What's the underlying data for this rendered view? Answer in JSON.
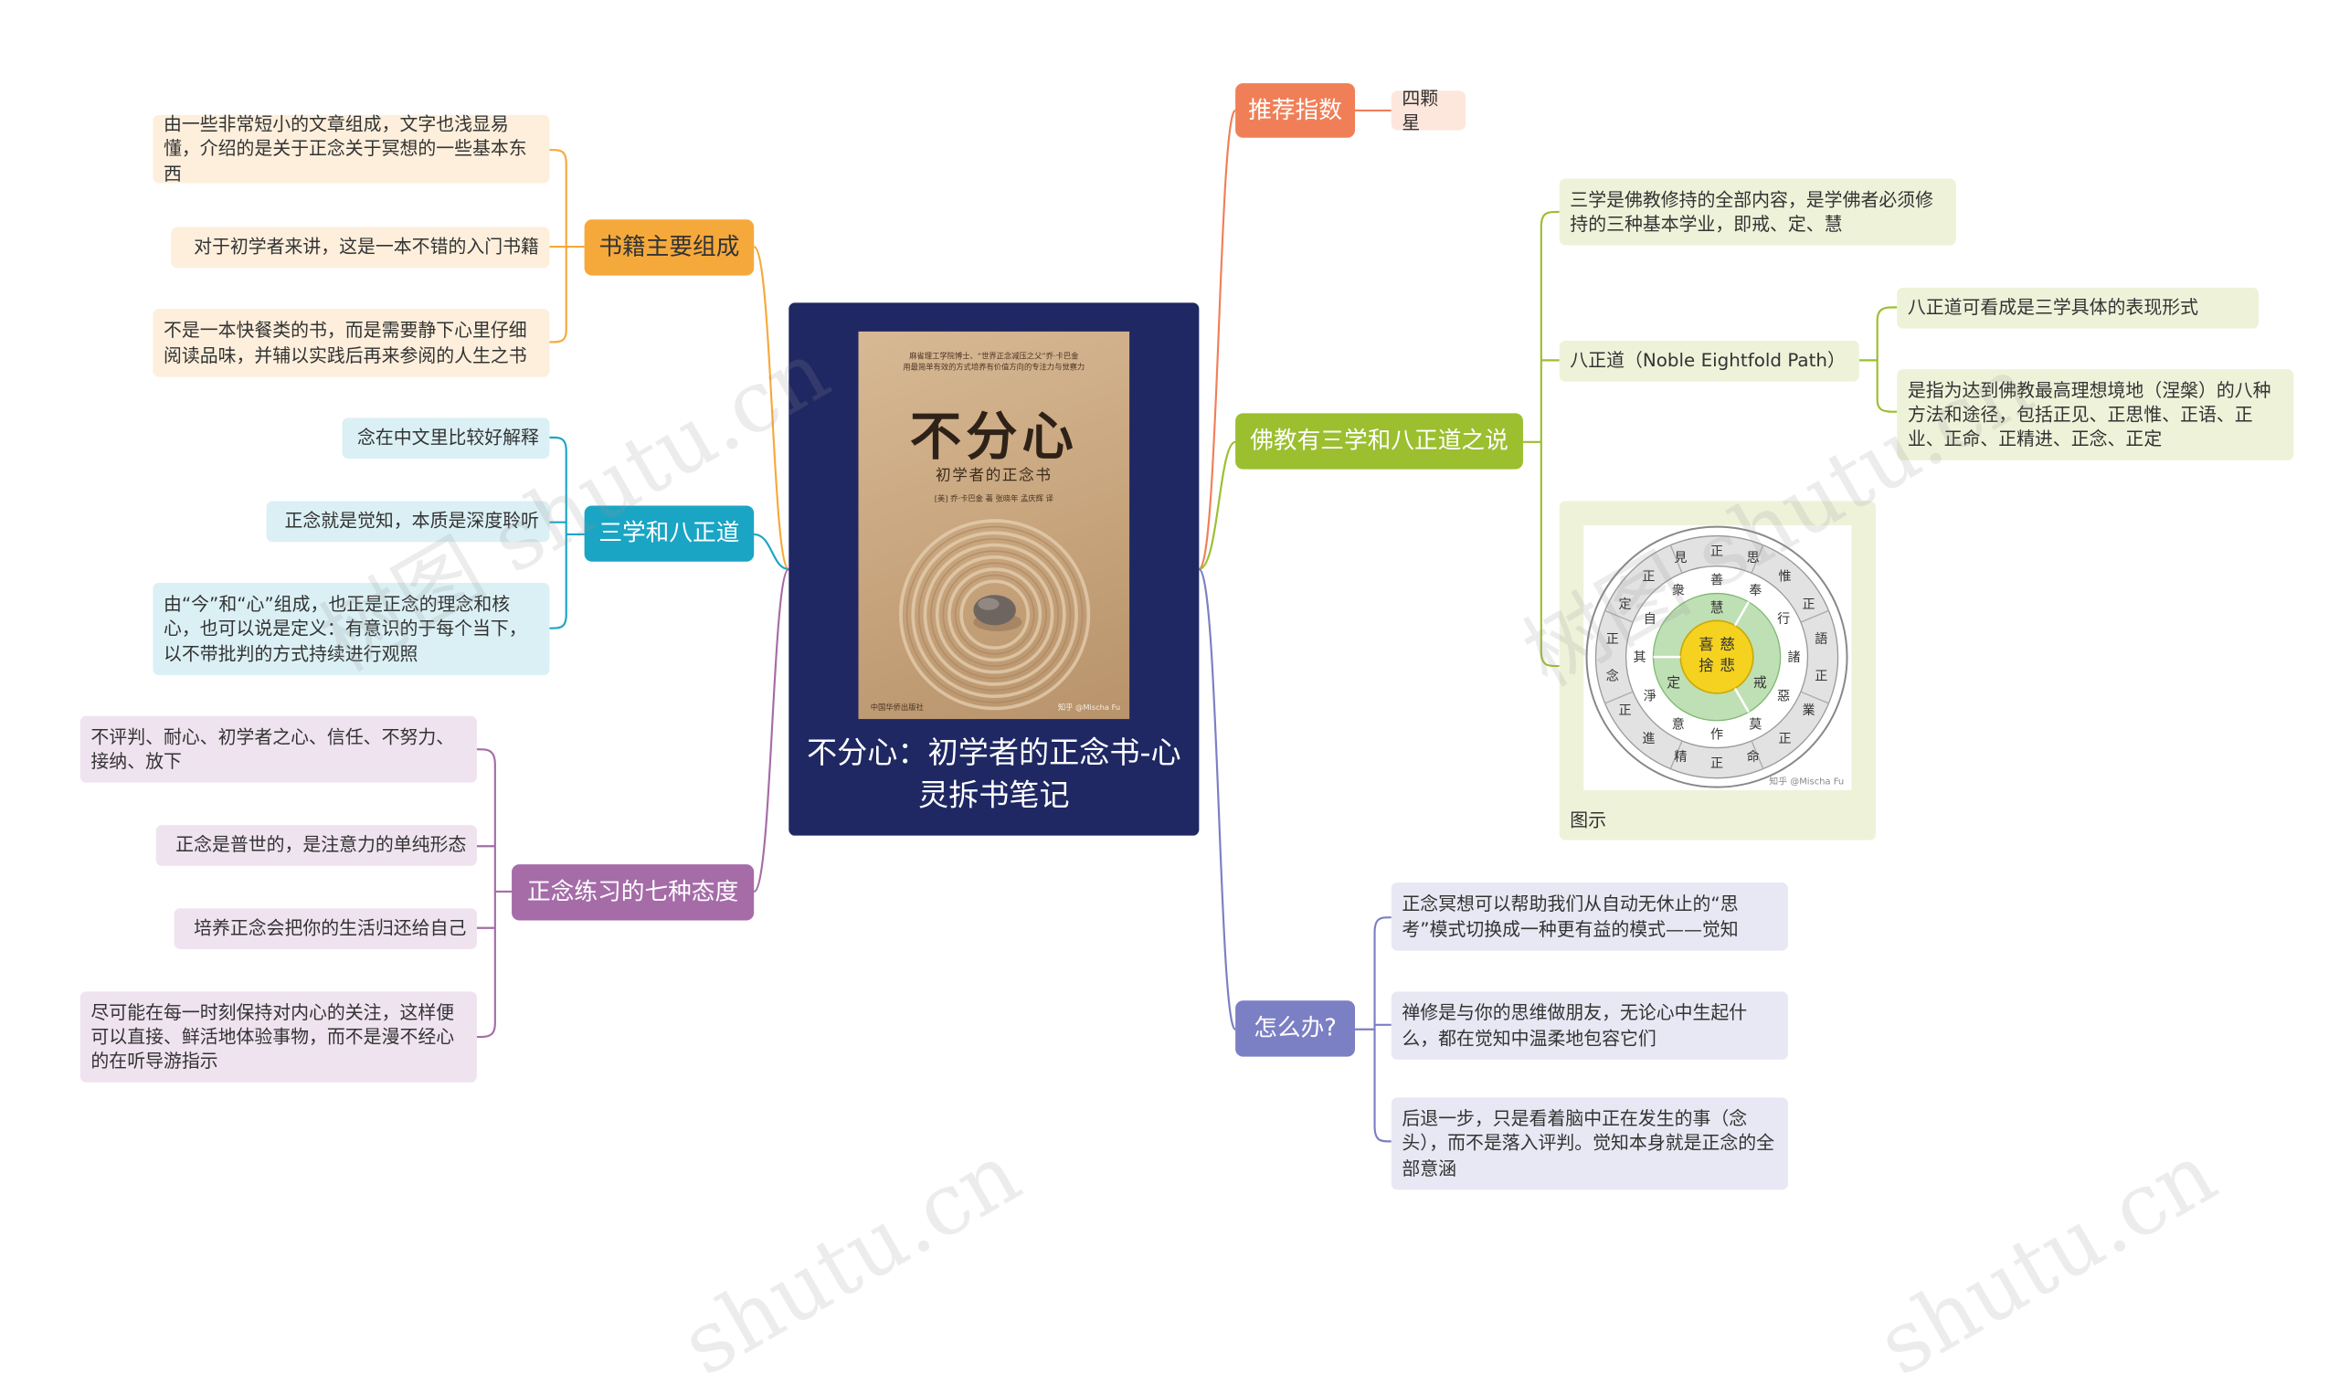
{
  "center": {
    "title": "不分心：初学者的正念书-心灵拆书笔记",
    "cover": {
      "top_line_1": "麻省理工学院博士、“世界正念减压之父”乔·卡巴金",
      "top_line_2": "用最简单有效的方式培养有价值方向的专注力与觉察力",
      "big_title": "不分心",
      "subtitle": "初学者的正念书",
      "authors": "[美] 乔·卡巴金 著  张晓年 孟庆辉 译",
      "publisher": "中国华侨出版社",
      "credit": "知乎 @Mischa Fu"
    }
  },
  "branches": {
    "recommend": {
      "label": "推荐指数",
      "leaves": [
        "四颗星"
      ]
    },
    "composition": {
      "label": "书籍主要组成",
      "leaves": [
        "由一些非常短小的文章组成，文字也浅显易懂，介绍的是关于正念关于冥想的一些基本东西",
        "对于初学者来讲，这是一本不错的入门书籍",
        "不是一本快餐类的书，而是需要静下心里仔细阅读品味，并辅以实践后再来参阅的人生之书"
      ]
    },
    "sanxue": {
      "label": "三学和八正道",
      "leaves": [
        "念在中文里比较好解释",
        "正念就是觉知，本质是深度聆听",
        "由“今”和“心”组成，也正是正念的理念和核心，也可以说是定义：有意识的于每个当下，以不带批判的方式持续进行观照"
      ]
    },
    "seven": {
      "label": "正念练习的七种态度",
      "leaves": [
        "不评判、耐心、初学者之心、信任、不努力、接纳、放下",
        "正念是普世的，是注意力的单纯形态",
        "培养正念会把你的生活归还给自己",
        "尽可能在每一时刻保持对内心的关注，这样便可以直接、鲜活地体验事物，而不是漫不经心的在听导游指示"
      ]
    },
    "buddhism": {
      "label": "佛教有三学和八正道之说",
      "leaves": [
        "三学是佛教修持的全部内容，是学佛者必须修持的三种基本学业，即戒、定、慧",
        "八正道（Noble Eightfold Path）"
      ],
      "eightfold_children": [
        "八正道可看成是三学具体的表现形式",
        "是指为达到佛教最高理想境地（涅槃）的八种方法和途径，包括正见、正思惟、正语、正业、正命、正精进、正念、正定"
      ],
      "figure_caption": "图示",
      "figure": {
        "center": [
          "喜",
          "慈",
          "捨",
          "悲"
        ],
        "ring2": [
          "慧",
          "戒",
          "定"
        ],
        "ring3": [
          "衆",
          "善",
          "奉",
          "行",
          "諸",
          "惡",
          "莫",
          "作",
          "意",
          "淨",
          "其",
          "自"
        ],
        "outer": [
          "正",
          "思",
          "惟",
          "正",
          "語",
          "正",
          "業",
          "正",
          "命",
          "正",
          "精",
          "進",
          "正",
          "念",
          "正",
          "定",
          "正",
          "見"
        ],
        "credit": "知乎 @Mischa Fu"
      }
    },
    "howto": {
      "label": "怎么办?",
      "leaves": [
        "正念冥想可以帮助我们从自动无休止的“思考”模式切换成一种更有益的模式——觉知",
        "禅修是与你的思维做朋友，无论心中生起什么，都在觉知中温柔地包容它们",
        "后退一步，只是看着脑中正在发生的事（念头），而不是落入评判。觉知本身就是正念的全部意涵"
      ]
    }
  },
  "watermarks": [
    "树图 shutu.cn",
    "树图 shutu.cn",
    "shutu.cn",
    "shutu.cn"
  ],
  "colors": {
    "center_bg": "#1f2863",
    "recommend": "#f07f58",
    "composition": "#f6a93b",
    "sanxue": "#1ba5c4",
    "seven": "#a56ca8",
    "buddhism": "#9bbf2f",
    "howto": "#7b7fc4"
  }
}
